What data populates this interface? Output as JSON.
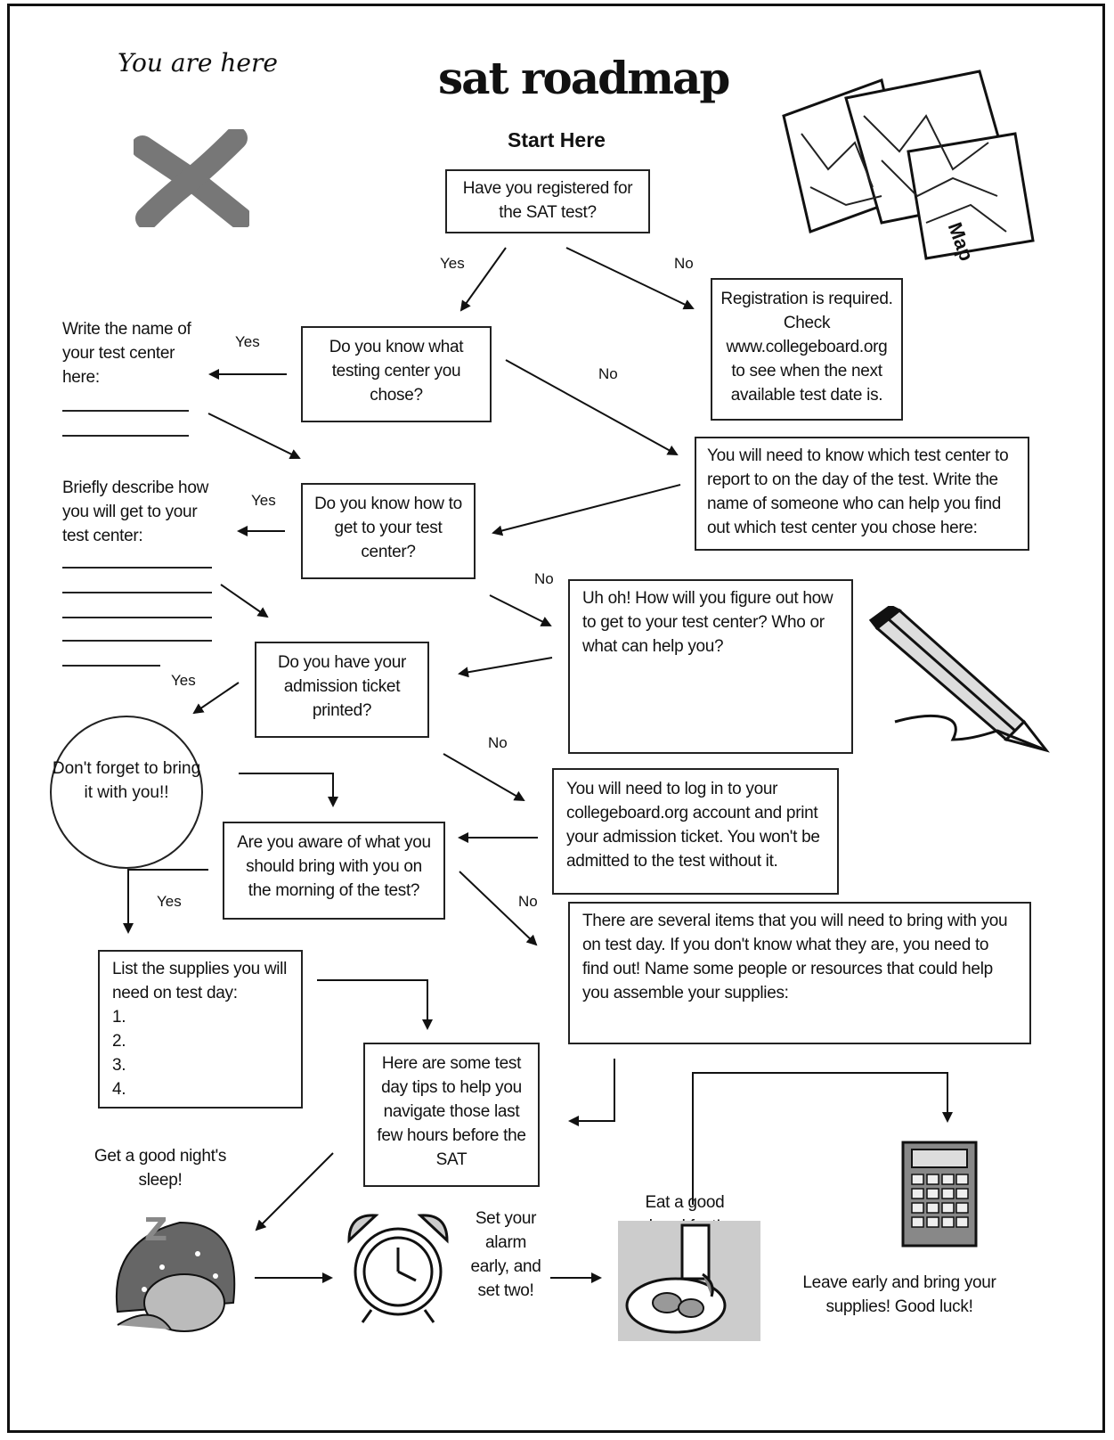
{
  "header": {
    "you_are_here": "You are here",
    "title": "sat roadmap",
    "start_here": "Start Here"
  },
  "labels": {
    "yes": "Yes",
    "no": "No"
  },
  "boxes": {
    "registered": "Have you registered for the SAT test?",
    "registration_required": "Registration is required. Check www.collegeboard.org to see when the next available test date is.",
    "know_center": "Do you know what testing center you chose?",
    "write_center": "Write the name of your test center here:",
    "need_to_know_center": "You will need to know which test center to report to on the day of the test. Write the name of someone who can help you find out which test center you chose here:",
    "know_how_to_get": "Do you know how to get to your test center?",
    "describe_route": "Briefly describe how you will get to your test center:",
    "uh_oh": "Uh oh! How will you figure out how to get to your test center? Who or what can help you?",
    "admission_ticket": "Do you have your admission ticket printed?",
    "dont_forget": "Don't forget to bring it with you!!",
    "log_in": "You will need to log in to your collegeboard.org account and print your admission ticket. You won't be admitted to the test without it.",
    "aware_bring": "Are you aware of what you should bring with you on the morning of the test?",
    "several_items": "There are several items that you will need to bring with you on test day. If you don't know what they are, you need to find out! Name some people or resources that could help you assemble your supplies:",
    "list_supplies": "List the supplies you will need on test day:",
    "list_numbers": [
      "1.",
      "2.",
      "3.",
      "4."
    ],
    "tips": "Here are some test day tips to help you navigate those last few hours before the SAT"
  },
  "tips": {
    "sleep": "Get a good night's sleep!",
    "alarm": "Set your alarm early, and set two!",
    "breakfast": "Eat a good breakfast!",
    "leave_early": "Leave early and bring your supplies! Good luck!"
  },
  "icons": {
    "sleep_letter": "Z",
    "map_label": "Map"
  }
}
